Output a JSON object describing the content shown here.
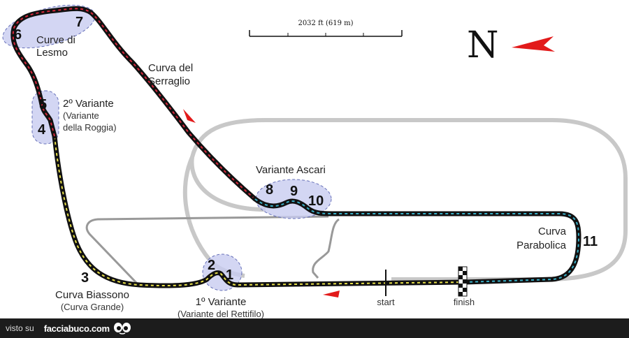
{
  "labels": {
    "lesmo": [
      "Curve di",
      "Lesmo"
    ],
    "serraglio": [
      "Curva del",
      "Serraglio"
    ],
    "roggia": [
      "2º Variante",
      "(Variante",
      "della Roggia)"
    ],
    "ascari": "Variante Ascari",
    "parabolica": [
      "Curva",
      "Parabolica"
    ],
    "biassono": [
      "Curva Biassono",
      "(Curva Grande)"
    ],
    "rettifilo": [
      "1º Variante",
      "(Variante del Rettifilo)"
    ],
    "start": "start",
    "finish": "finish"
  },
  "corners": [
    "1",
    "2",
    "3",
    "4",
    "5",
    "6",
    "7",
    "8",
    "9",
    "10",
    "11"
  ],
  "scale": "2032 ft (619 m)",
  "north": "N",
  "footer": {
    "prefix": "visto su",
    "site": "facciabuco.com"
  },
  "colors": {
    "track": "#111111",
    "sector1": "#e8e04a",
    "sector2": "#d8283c",
    "sector3": "#3ab0c8",
    "oval": "#c8c8c8",
    "chicane_fill": "#c8ccf0",
    "arrow": "#e21a1a"
  },
  "icons": [
    "north-arrow-icon",
    "direction-arrow-icon",
    "checkered-flag-icon",
    "eyes-icon"
  ]
}
